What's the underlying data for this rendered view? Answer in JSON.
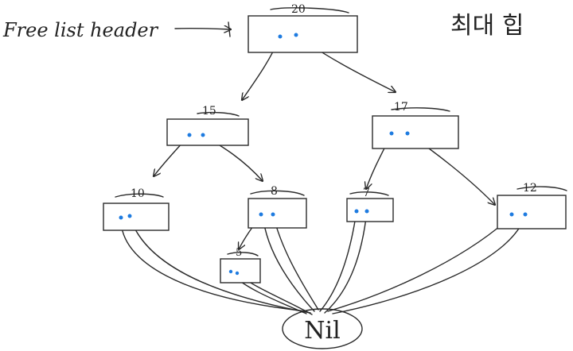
{
  "header_label": "Free list header",
  "title": "최대 힙",
  "nil_label": "Nil",
  "colors": {
    "ink": "#2a2a2a",
    "pointer": "#1e7be0",
    "background": "#ffffff"
  },
  "nodes": [
    {
      "id": "n20",
      "value": "20"
    },
    {
      "id": "n15",
      "value": "15"
    },
    {
      "id": "n17",
      "value": "17"
    },
    {
      "id": "n10",
      "value": "10"
    },
    {
      "id": "n8",
      "value": "8"
    },
    {
      "id": "n7",
      "value": "7"
    },
    {
      "id": "n12",
      "value": "12"
    },
    {
      "id": "n5",
      "value": "5"
    }
  ]
}
